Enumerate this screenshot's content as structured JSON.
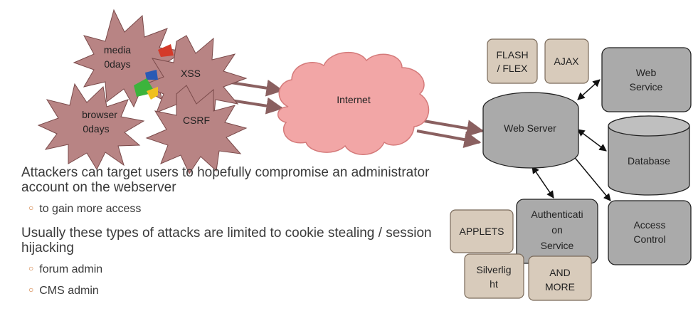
{
  "diagram": {
    "bursts": {
      "media": [
        "media",
        "0days"
      ],
      "xss": "XSS",
      "browser": [
        "browser",
        "0days"
      ],
      "csrf": "CSRF"
    },
    "internet": "Internet",
    "web_server": "Web Server",
    "web_service": [
      "Web",
      "Service"
    ],
    "database": "Database",
    "authentication": [
      "Authenticati",
      "on",
      "Service"
    ],
    "access_control": [
      "Access",
      "Control"
    ],
    "flash": [
      "FLASH",
      "/ FLEX"
    ],
    "ajax": "AJAX",
    "applets": "APPLETS",
    "silverlight": [
      "Silverlig",
      "ht"
    ],
    "and_more": [
      "AND",
      "MORE"
    ],
    "colors": {
      "burst_fill": "#b88484",
      "internet_fill": "#f2a6a6",
      "server_fill": "#aaaaaa",
      "tech_fill": "#d8cbbb",
      "arrow": "#8a6060"
    }
  },
  "bullets": [
    {
      "text": "Attackers can target users to hopefully compromise an administrator account on the webserver",
      "subs": [
        "to gain more access"
      ]
    },
    {
      "text": "Usually these types of attacks are limited to cookie stealing / session hijacking",
      "subs": [
        "forum admin",
        "CMS admin"
      ]
    }
  ]
}
